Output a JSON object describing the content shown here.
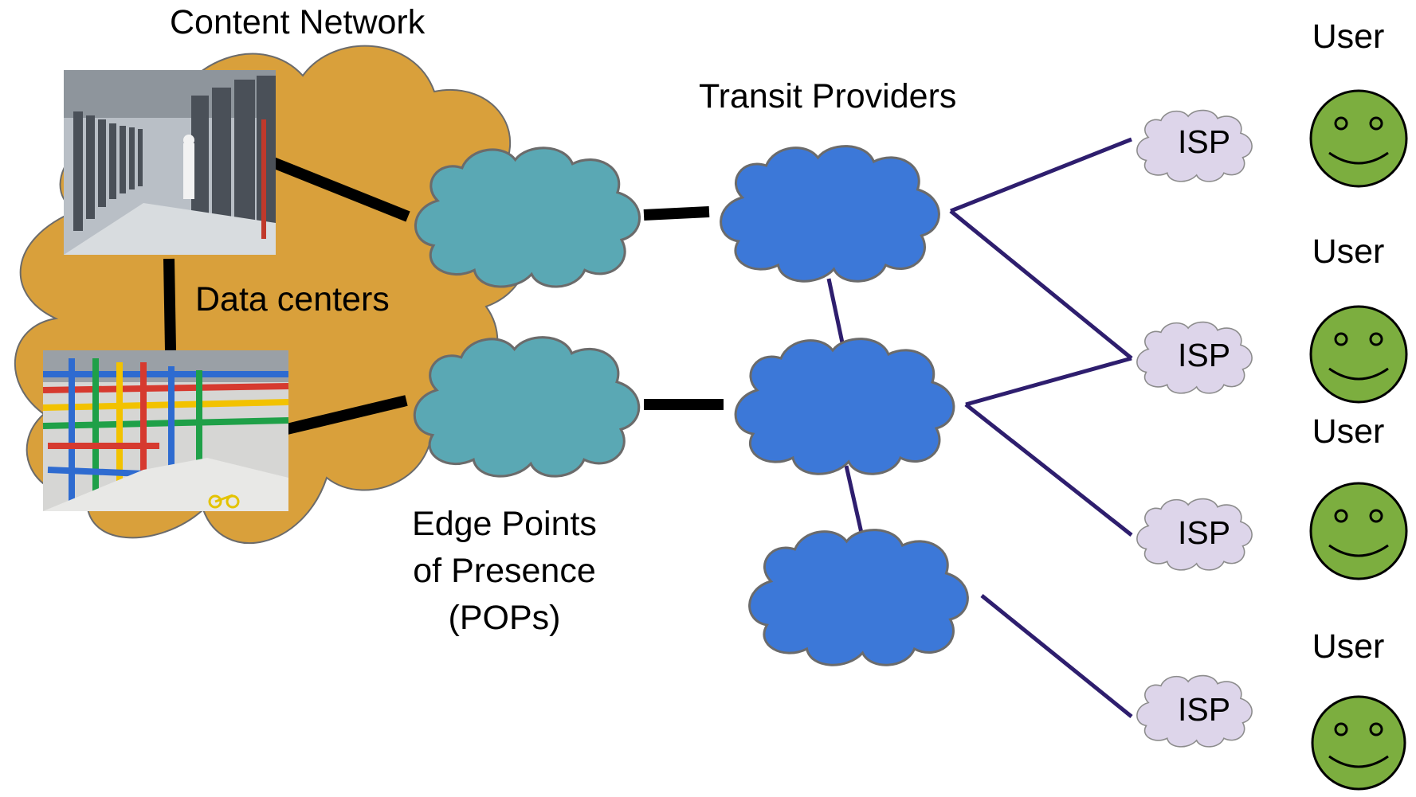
{
  "labels": {
    "content_network": "Content Network",
    "transit_providers": "Transit Providers",
    "data_centers": "Data centers",
    "edge_pops_line1": "Edge Points",
    "edge_pops_line2": "of Presence",
    "edge_pops_line3": "(POPs)"
  },
  "isps": [
    "ISP",
    "ISP",
    "ISP",
    "ISP"
  ],
  "users": [
    "User",
    "User",
    "User",
    "User"
  ],
  "photos": {
    "top": "datacenter server racks photo",
    "bottom": "datacenter colorful cooling pipes photo"
  },
  "colors": {
    "content_network_cloud": "#D9A03B",
    "pop_cloud": "#5AA8B4",
    "transit_cloud": "#3C78D8",
    "isp_cloud": "#DDD5EA",
    "user_face": "#7CAE3F",
    "black_link": "#000000",
    "purple_link": "#2E1E6E"
  }
}
